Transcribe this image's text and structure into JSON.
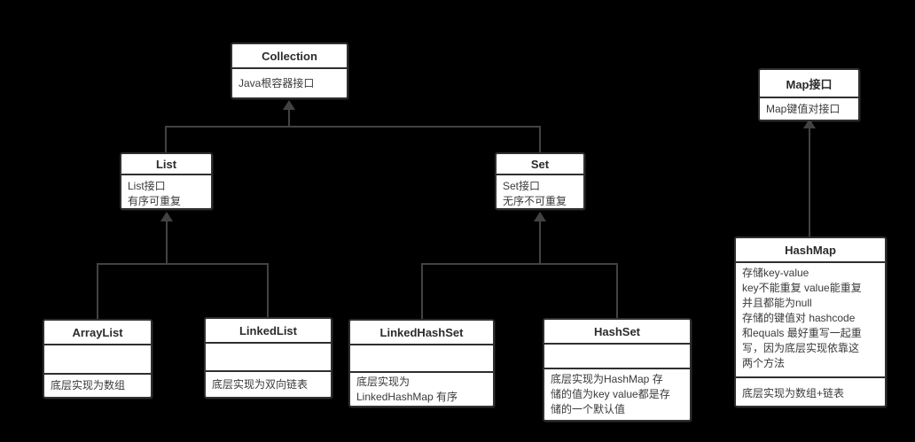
{
  "theme": {
    "background": "#000000",
    "box_fill": "#ffffff",
    "box_border": "#2f2f2f",
    "line_color": "#424242",
    "title_color": "#2b2b2b",
    "body_color": "#3a3a3a"
  },
  "diagram": {
    "nodes": {
      "collection": {
        "title": "Collection",
        "body": "Java根容器接口"
      },
      "map": {
        "title": "Map接口",
        "body": "Map键值对接口"
      },
      "list": {
        "title": "List",
        "body": "List接口\n有序可重复"
      },
      "set": {
        "title": "Set",
        "body": "Set接口\n无序不可重复"
      },
      "arraylist": {
        "title": "ArrayList",
        "attributes": "",
        "note": "底层实现为数组"
      },
      "linkedlist": {
        "title": "LinkedList",
        "attributes": "",
        "note": "底层实现为双向链表"
      },
      "linkedhashset": {
        "title": "LinkedHashSet",
        "attributes": "",
        "note": "底层实现为\nLinkedHashMap 有序"
      },
      "hashset": {
        "title": "HashSet",
        "attributes": "",
        "note": "底层实现为HashMap 存\n储的值为key value都是存\n储的一个默认值"
      },
      "hashmap": {
        "title": "HashMap",
        "body": "存储key-value\nkey不能重复 value能重复\n并且都能为null\n存储的键值对 hashcode\n和equals 最好重写一起重\n写，因为底层实现依靠这\n两个方法",
        "note": "底层实现为数组+链表"
      }
    },
    "edges": [
      {
        "from": "List",
        "to": "Collection",
        "type": "generalization"
      },
      {
        "from": "Set",
        "to": "Collection",
        "type": "generalization"
      },
      {
        "from": "ArrayList",
        "to": "List",
        "type": "generalization"
      },
      {
        "from": "LinkedList",
        "to": "List",
        "type": "generalization"
      },
      {
        "from": "LinkedHashSet",
        "to": "Set",
        "type": "generalization"
      },
      {
        "from": "HashSet",
        "to": "Set",
        "type": "generalization"
      },
      {
        "from": "HashMap",
        "to": "Map接口",
        "type": "generalization"
      }
    ]
  }
}
